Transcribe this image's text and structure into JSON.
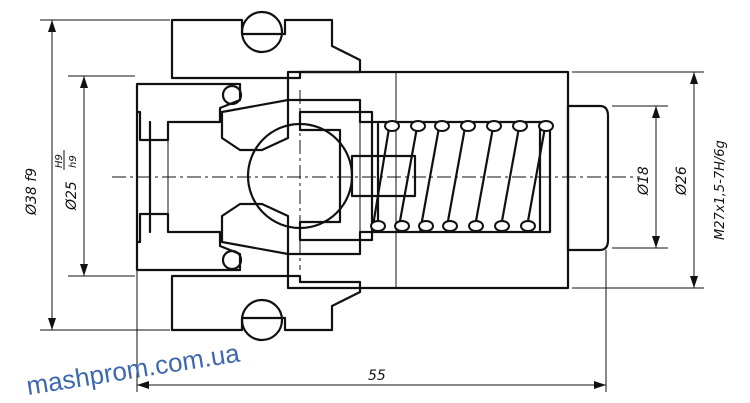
{
  "dimensions": {
    "outer_diameter": "Ø38 f9",
    "bore_diameter": "Ø25",
    "fit_upper": "H9",
    "fit_lower": "h9",
    "ball_diameter": "Ø18",
    "spring_diameter": "Ø26",
    "thread": "M27x1,5-7H/6g",
    "length": "55"
  },
  "watermark": "mashprom.com.ua"
}
